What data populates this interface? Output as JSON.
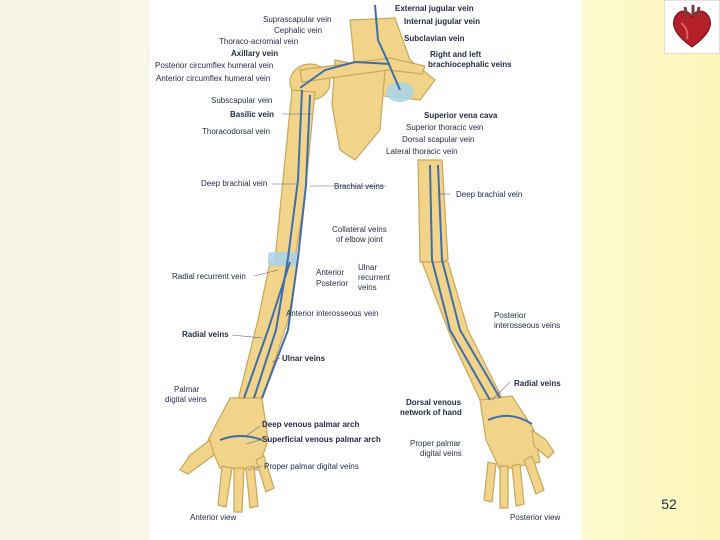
{
  "labels": {
    "external_jugular": "External jugular vein",
    "suprascapular": "Suprascapular vein",
    "internal_jugular": "Internal jugular vein",
    "cephalic": "Cephalic vein",
    "thoraco_acromial": "Thoraco-acromial vein",
    "subclavian": "Subclavian vein",
    "axillary": "Axillary vein",
    "brachiocephalic_1": "Right and left",
    "brachiocephalic_2": "brachiocephalic veins",
    "posterior_circumflex": "Posterior circumflex humeral vein",
    "anterior_circumflex": "Anterior circumflex humeral vein",
    "subscapular": "Subscapular vein",
    "basilic": "Basilic vein",
    "superior_vena_cava": "Superior vena cava",
    "thoracodorsal": "Thoracodorsal vein",
    "superior_thoracic": "Superior thoracic vein",
    "dorsal_scapular": "Dorsal scapular vein",
    "lateral_thoracic": "Lateral thoracic vein",
    "deep_brachial_left": "Deep brachial vein",
    "brachial": "Brachial veins",
    "deep_brachial_right": "Deep brachial vein",
    "collateral_1": "Collateral veins",
    "collateral_2": "of elbow joint",
    "radial_recurrent": "Radial recurrent vein",
    "anterior": "Anterior",
    "posterior": "Posterior",
    "ulnar_recurrent_1": "Ulnar",
    "ulnar_recurrent_2": "recurrent",
    "ulnar_recurrent_3": "veins",
    "anterior_interosseous": "Anterior interosseous vein",
    "posterior_interosseous_1": "Posterior",
    "posterior_interosseous_2": "interosseous veins",
    "radial_veins_left": "Radial veins",
    "ulnar_veins": "Ulnar veins",
    "radial_veins_right": "Radial veins",
    "palmar_digital_1": "Palmar",
    "palmar_digital_2": "digital veins",
    "dorsal_venous_1": "Dorsal venous",
    "dorsal_venous_2": "network of hand",
    "deep_palmar_arch": "Deep venous palmar arch",
    "superficial_palmar_arch": "Superficial venous palmar arch",
    "proper_palmar_1": "Proper palmar",
    "proper_palmar_2": "digital veins",
    "proper_palmar_digital": "Proper palmar digital veins"
  },
  "views": {
    "anterior": "Anterior view",
    "posterior": "Posterior view"
  },
  "page_number": "52",
  "colors": {
    "bone": "#f1d48a",
    "bone_edge": "#c9a65a",
    "vein": "#3f6ea8",
    "vein_light": "#7fb8dc",
    "leader": "#5a6a85"
  }
}
